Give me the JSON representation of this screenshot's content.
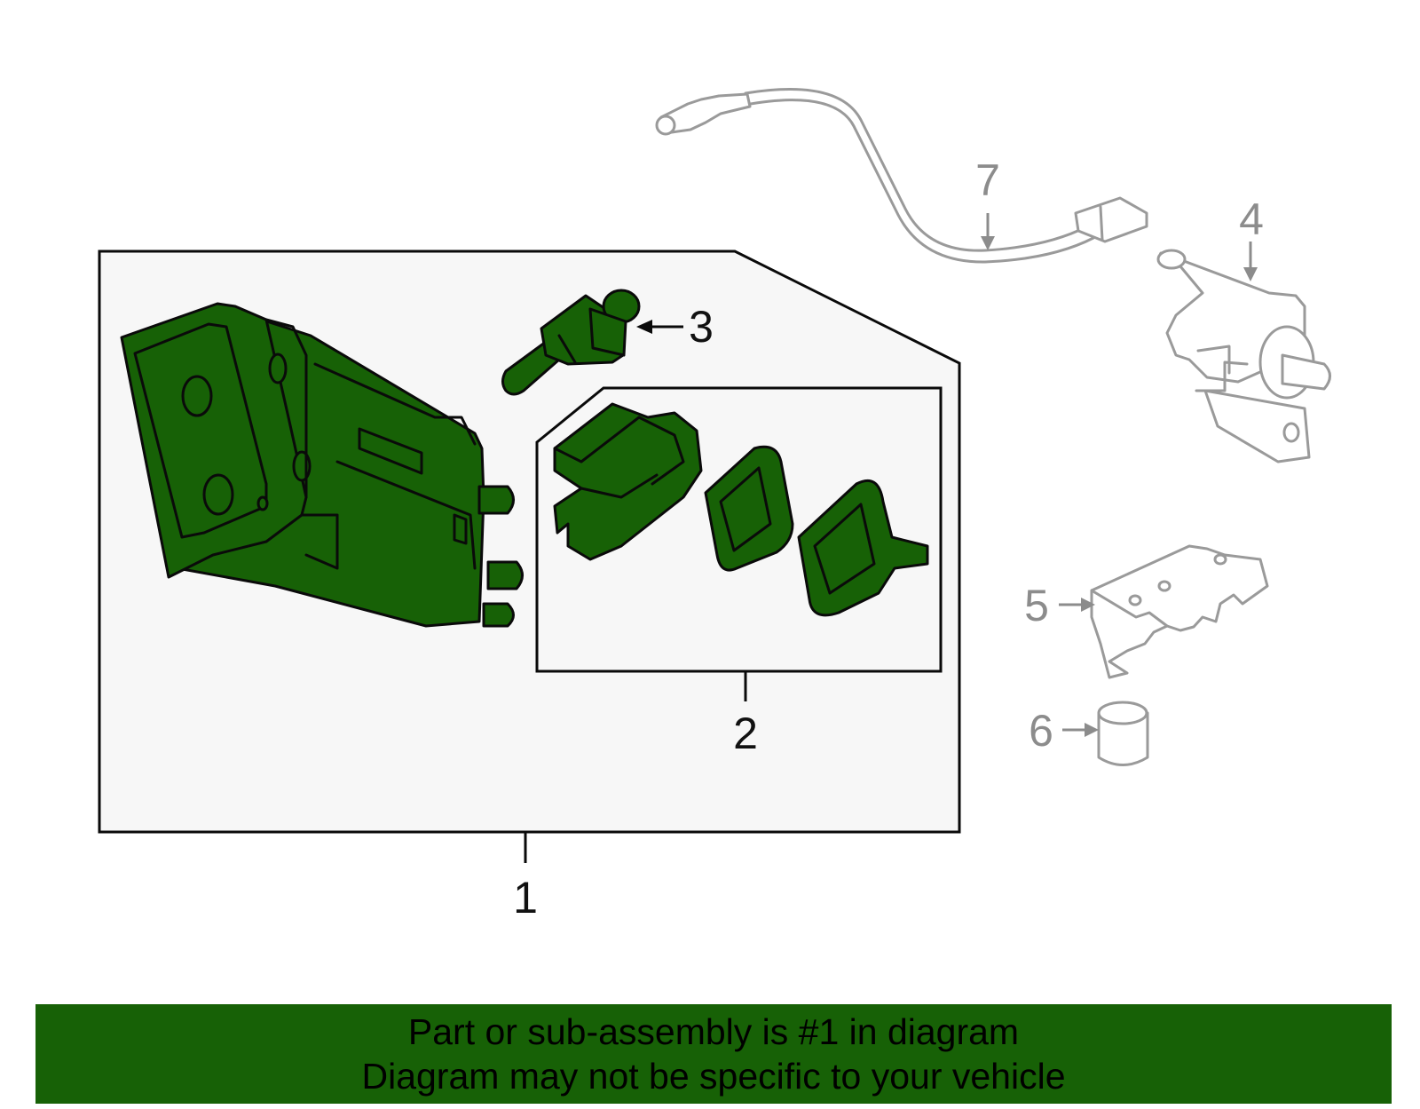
{
  "diagram": {
    "callouts": [
      {
        "id": "1",
        "label": "1",
        "highlighted": true
      },
      {
        "id": "2",
        "label": "2",
        "highlighted": true
      },
      {
        "id": "3",
        "label": "3",
        "highlighted": true
      },
      {
        "id": "4",
        "label": "4",
        "highlighted": false
      },
      {
        "id": "5",
        "label": "5",
        "highlighted": false
      },
      {
        "id": "6",
        "label": "6",
        "highlighted": false
      },
      {
        "id": "7",
        "label": "7",
        "highlighted": false
      }
    ],
    "colors": {
      "highlight": "#176106",
      "outline": "#0a0a0a",
      "muted": "#9a9a9a",
      "assembly_panel": "#f7f7f7"
    }
  },
  "banner": {
    "line1": "Part or sub-assembly is #1 in diagram",
    "line2": "Diagram may not be specific to your vehicle",
    "background": "#176106"
  }
}
